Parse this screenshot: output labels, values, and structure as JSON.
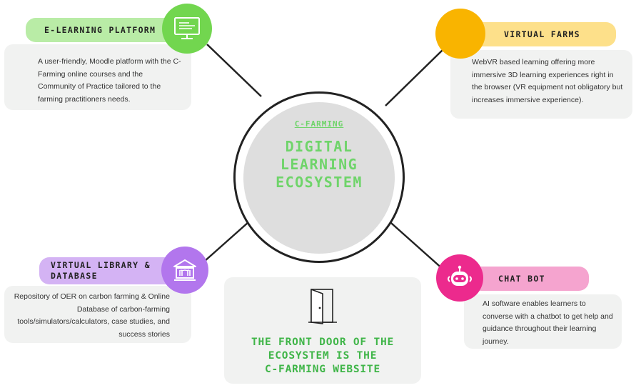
{
  "center": {
    "tag": "C-FARMING",
    "title_lines": [
      "DIGITAL",
      "LEARNING",
      "ECOSYSTEM"
    ]
  },
  "nodes": {
    "elearning": {
      "label": "E-LEARNING PLATFORM",
      "icon": "monitor-icon",
      "color": "#b9eca6",
      "badge_color": "#72d64f",
      "description": "A user-friendly, Moodle platform with the C-Farming online courses and the Community of Practice tailored to the farming practitioners needs."
    },
    "vr_farms": {
      "label": "VIRTUAL FARMS",
      "icon": "circle-badge",
      "color": "#fde08a",
      "badge_color": "#f9b400",
      "description": "WebVR based learning offering more immersive 3D learning experiences right in the browser  (VR equipment not obligatory but increases immersive experience)."
    },
    "library": {
      "label_lines": [
        "VIRTUAL LIBRARY &",
        "DATABASE"
      ],
      "icon": "library-icon",
      "color": "#d4b3f4",
      "badge_color": "#b276ed",
      "description": "Repository of OER on carbon farming & Online Database of carbon-farming tools/simulators/calculators, case studies, and success stories"
    },
    "chatbot": {
      "label": "CHAT BOT",
      "icon": "robot-icon",
      "color": "#f5a4cf",
      "badge_color": "#ec2a8d",
      "description": "AI software enables learners to converse with a chatbot to get help and guidance throughout their learning journey."
    }
  },
  "front_door": {
    "icon": "door-icon",
    "text_lines": [
      "THE FRONT DOOR OF THE",
      "ECOSYSTEM IS THE",
      "C-FARMING WEBSITE"
    ]
  }
}
